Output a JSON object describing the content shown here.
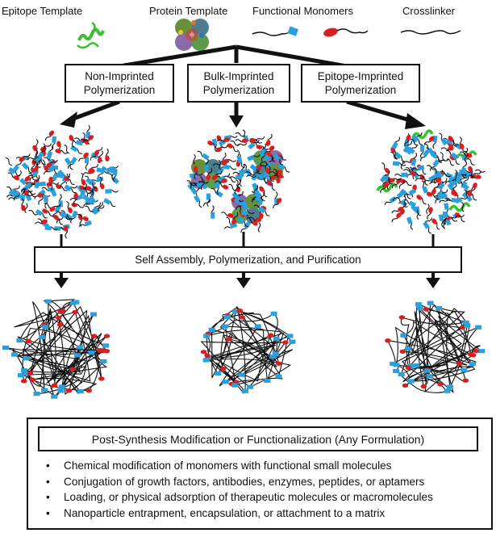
{
  "top_labels": {
    "epitope_template": "Epitope Template",
    "protein_template": "Protein Template",
    "functional_monomers": "Functional Monomers",
    "crosslinker": "Crosslinker"
  },
  "method_boxes": {
    "non_imprinted": "Non-Imprinted\nPolymerization",
    "bulk_imprinted": "Bulk-Imprinted\nPolymerization",
    "epitope_imprinted": "Epitope-Imprinted\nPolymerization"
  },
  "process_box": "Self Assembly, Polymerization, and Purification",
  "post_synthesis": {
    "title": "Post-Synthesis Modification or Functionalization (Any Formulation)",
    "bullet_glyph": "•",
    "items": [
      "Chemical modification of monomers with functional small molecules",
      "Conjugation of growth factors, antibodies, enzymes, peptides, or aptamers",
      "Loading, or physical adsorption of therapeutic molecules or macromolecules",
      "Nanoparticle entrapment, encapsulation, or attachment to a matrix"
    ]
  },
  "colors": {
    "monomer_blue": "#2aa0dc",
    "monomer_red": "#d81e1e",
    "epitope_green": "#3bbf2f",
    "line": "#111111"
  }
}
